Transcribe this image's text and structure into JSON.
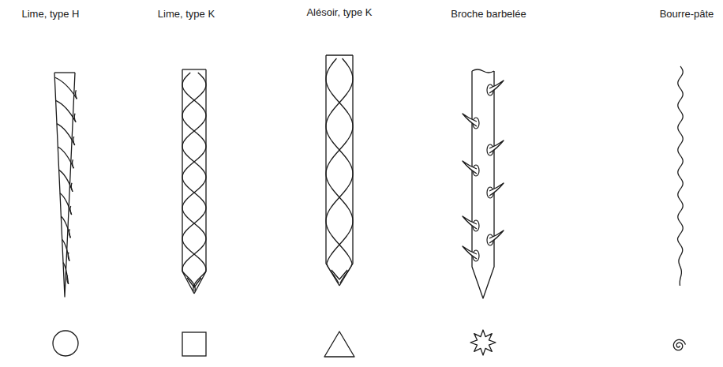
{
  "diagram": {
    "labels": [
      "Lime, type H",
      "Lime, type K",
      "Alésoir, type K",
      "Broche barbelée",
      "Bourre-pâte"
    ]
  }
}
